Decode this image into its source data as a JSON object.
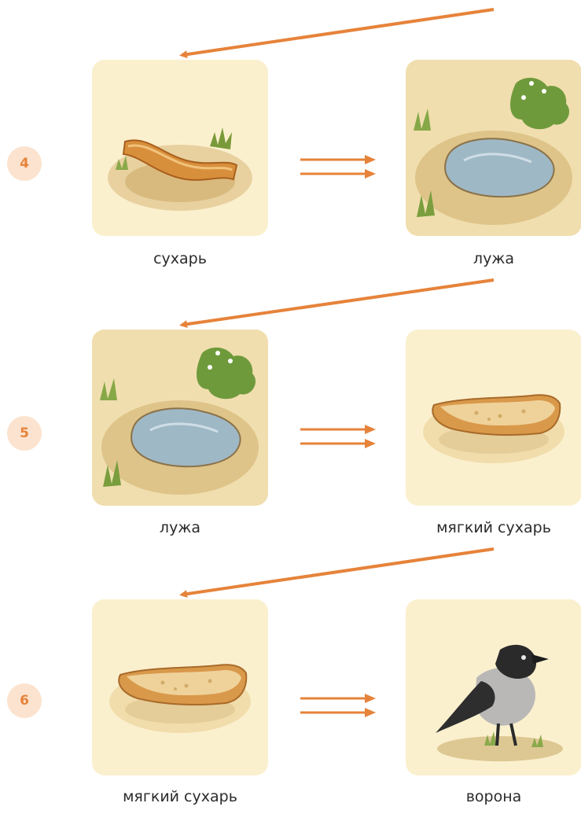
{
  "colors": {
    "accent": "#e6833a",
    "badge_bg": "#fbe3cf",
    "card_bg": "#fbf0ce",
    "text": "#2b2b2b"
  },
  "rows": [
    {
      "number": "4",
      "left": {
        "label": "сухарь",
        "icon": "rusk-icon"
      },
      "right": {
        "label": "лужа",
        "icon": "puddle-icon"
      }
    },
    {
      "number": "5",
      "left": {
        "label": "лужа",
        "icon": "puddle-icon"
      },
      "right": {
        "label": "мягкий сухарь",
        "icon": "soft-rusk-icon"
      }
    },
    {
      "number": "6",
      "left": {
        "label": "мягкий сухарь",
        "icon": "soft-rusk-icon"
      },
      "right": {
        "label": "ворона",
        "icon": "crow-icon"
      }
    }
  ]
}
